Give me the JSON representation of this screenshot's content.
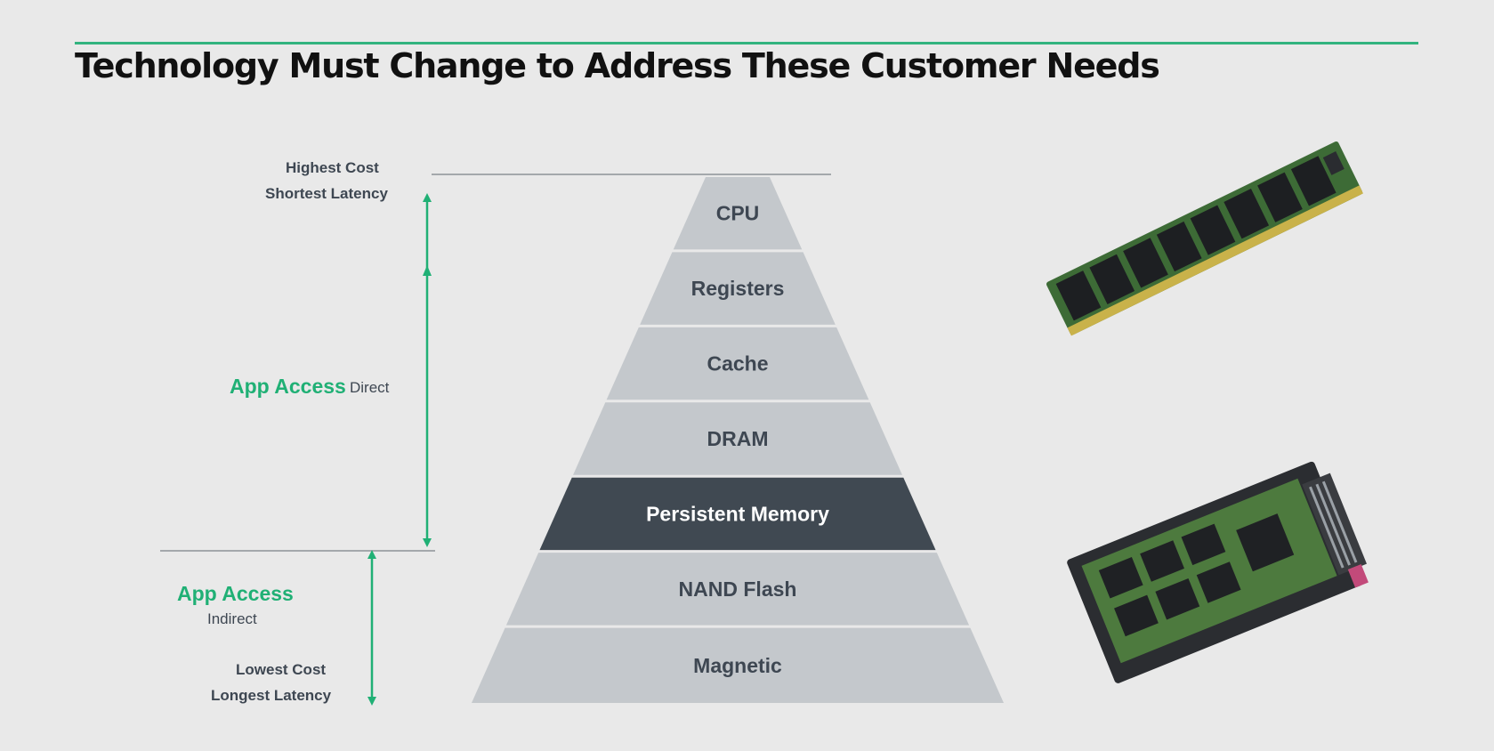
{
  "slide": {
    "title": "Technology Must Change to Address These Customer Needs"
  },
  "left_axis": {
    "top_line1": "Highest Cost",
    "top_line2": "Shortest Latency",
    "direct_label": "App Access",
    "direct_sub": "Direct",
    "indirect_label": "App Access",
    "indirect_sub": "Indirect",
    "bottom_line1": "Lowest Cost",
    "bottom_line2": "Longest Latency"
  },
  "pyramid": {
    "tiers": [
      {
        "label": "CPU",
        "highlight": false
      },
      {
        "label": "Registers",
        "highlight": false
      },
      {
        "label": "Cache",
        "highlight": false
      },
      {
        "label": "DRAM",
        "highlight": false
      },
      {
        "label": "Persistent Memory",
        "highlight": true
      },
      {
        "label": "NAND Flash",
        "highlight": false
      },
      {
        "label": "Magnetic",
        "highlight": false
      }
    ]
  },
  "images": [
    {
      "name": "memory-module-photo"
    },
    {
      "name": "ssd-drive-photo"
    }
  ],
  "colors": {
    "accent_green": "#20b075",
    "rule_green": "#32b37f",
    "tier_fill": "#c4c8cc",
    "tier_text": "#3e4752",
    "highlight_fill": "#404952",
    "highlight_text": "#ffffff"
  }
}
